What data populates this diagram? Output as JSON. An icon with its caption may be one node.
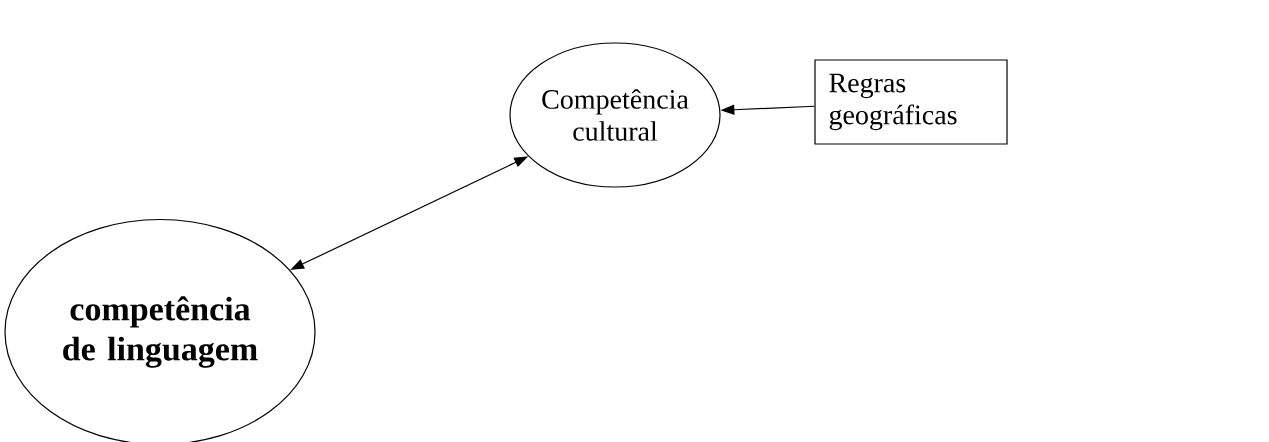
{
  "diagram": {
    "nodes": [
      {
        "text": [
          "Competência cultural"
        ]
      },
      {
        "text": [
          "Regras geográficas"
        ]
      },
      {
        "text": [
          "competência de linguagem"
        ]
      }
    ],
    "edges": [
      {
        "from": 2,
        "to": 0,
        "arrow": "both"
      },
      {
        "from": 1,
        "to": 0,
        "arrow": "to"
      }
    ]
  }
}
